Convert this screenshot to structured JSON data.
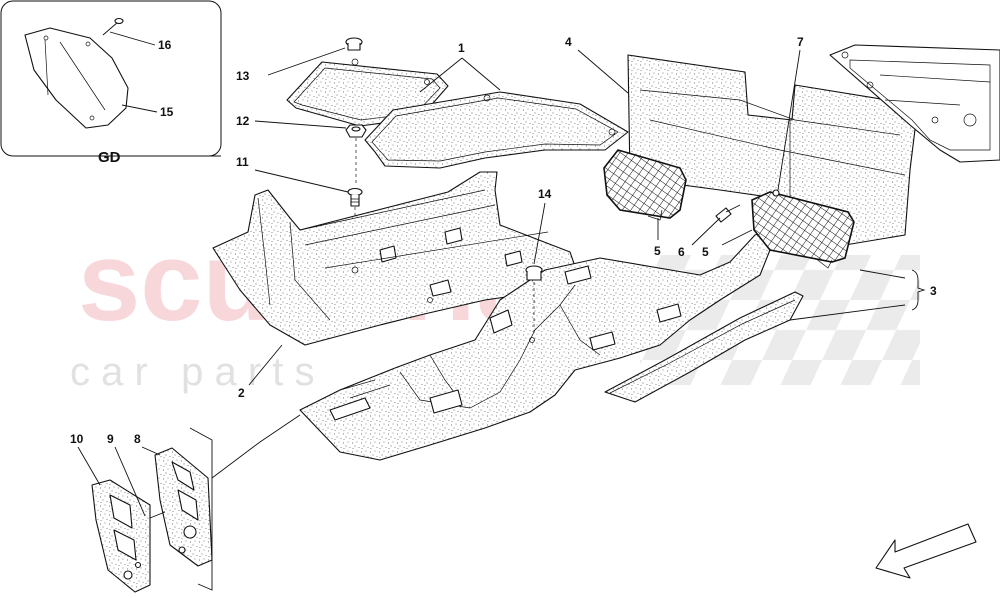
{
  "watermark": {
    "brand": "scuderia",
    "subtitle": "c a r   p a r t s"
  },
  "inset": {
    "label": "GD"
  },
  "callouts": [
    {
      "id": "1",
      "text": "1"
    },
    {
      "id": "2",
      "text": "2"
    },
    {
      "id": "3",
      "text": "3"
    },
    {
      "id": "4",
      "text": "4"
    },
    {
      "id": "5a",
      "text": "5"
    },
    {
      "id": "5b",
      "text": "5"
    },
    {
      "id": "6",
      "text": "6"
    },
    {
      "id": "7",
      "text": "7"
    },
    {
      "id": "8",
      "text": "8"
    },
    {
      "id": "9",
      "text": "9"
    },
    {
      "id": "10",
      "text": "10"
    },
    {
      "id": "11",
      "text": "11"
    },
    {
      "id": "12",
      "text": "12"
    },
    {
      "id": "13",
      "text": "13"
    },
    {
      "id": "14",
      "text": "14"
    },
    {
      "id": "15",
      "text": "15"
    },
    {
      "id": "16",
      "text": "16"
    }
  ]
}
